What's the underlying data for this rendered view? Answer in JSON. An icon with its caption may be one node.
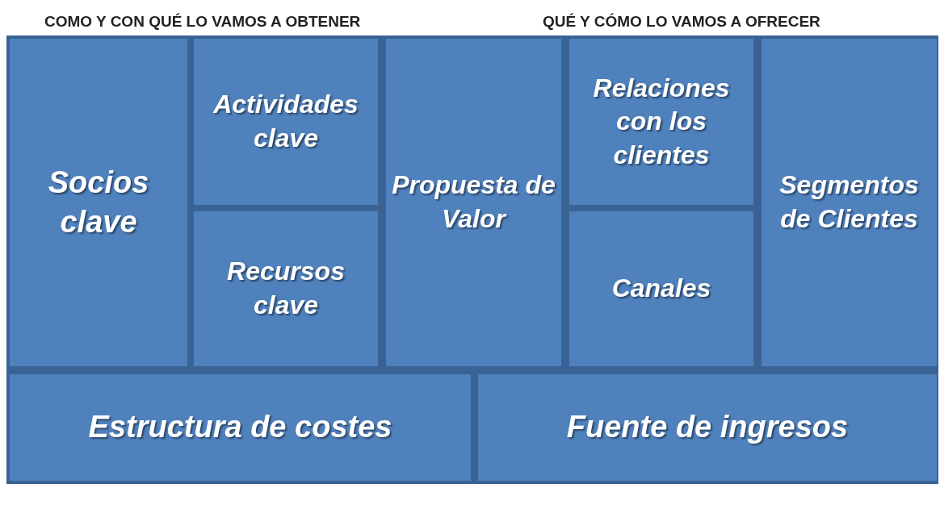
{
  "diagram": {
    "nodes": [
      {
        "text": [
          "Socios clave"
        ]
      },
      {
        "text": [
          "Actividades clave"
        ]
      },
      {
        "text": [
          "Recursos clave"
        ]
      },
      {
        "text": [
          "Propuesta de Valor"
        ]
      },
      {
        "text": [
          "Relaciones con los clientes"
        ]
      },
      {
        "text": [
          "Canales"
        ]
      },
      {
        "text": [
          "Segmentos de Clientes"
        ]
      },
      {
        "text": [
          "Estructura de costes"
        ]
      },
      {
        "text": [
          "Fuente de ingresos"
        ]
      }
    ],
    "edges": [],
    "labels": [
      "COMO Y CON QUÉ LO VAMOS A OBTENER",
      "QUÉ Y CÓMO LO VAMOS A OFRECER"
    ]
  }
}
